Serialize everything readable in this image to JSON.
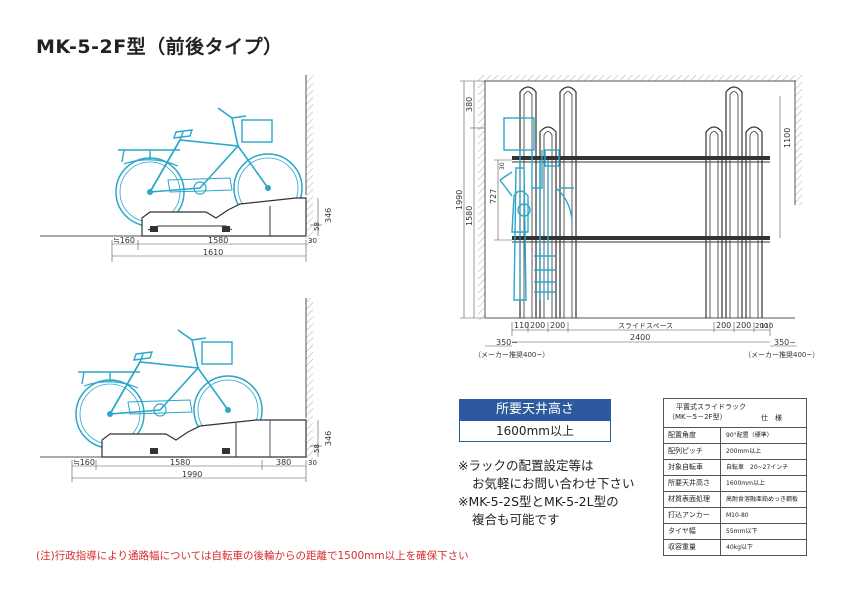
{
  "title": "MK-5-2F型（前後タイプ）",
  "top_side": {
    "dims": {
      "base": "1580",
      "total": "1610",
      "left": "≒160",
      "right": "30",
      "height": "346",
      "small": "58"
    }
  },
  "bottom_side": {
    "dims": {
      "base": "1580",
      "slide": "380",
      "total": "1990",
      "left": "≒160",
      "right": "30",
      "height": "346",
      "small": "58"
    }
  },
  "front_view": {
    "heights": {
      "h1990": "1990",
      "h1580": "1580",
      "h380": "380",
      "h727": "727",
      "h30": "30",
      "h1100": "1100"
    },
    "bottom_dims": {
      "d110": "110",
      "d200a": "200",
      "d200b": "200",
      "slide": "スライドスペース",
      "d200c": "200",
      "d200d": "200",
      "d200e": "200",
      "d110b": "110"
    },
    "width": "2400",
    "left_clear": "350~",
    "right_clear": "350~",
    "left_note": "（メーカー推奨400~）",
    "right_note": "（メーカー推奨400~）"
  },
  "ceiling": {
    "header": "所要天井高さ",
    "value": "1600mm以上"
  },
  "notes": {
    "line1": "※ラックの配置設定等は",
    "line2": "お気軽にお問い合わせ下さい",
    "line3": "※MK-5-2S型とMK-5-2L型の",
    "line4": "複合も可能です"
  },
  "spec": {
    "caption1": "平置式スライドラック",
    "caption2": "（MK－5－2F型）",
    "caption3": "仕　様",
    "rows": [
      {
        "k": "配置角度",
        "v": "90°配置（標準）"
      },
      {
        "k": "配列ピッチ",
        "v": "200mm以上"
      },
      {
        "k": "対象自転車",
        "v": "自転車　20~27インチ"
      },
      {
        "k": "所要天井高さ",
        "v": "1600mm以上"
      },
      {
        "k": "材質表面処理",
        "v": "高耐食溶融亜鉛めっき鋼板"
      },
      {
        "k": "打込アンカー",
        "v": "M10-80"
      },
      {
        "k": "タイヤ幅",
        "v": "55mm以下"
      },
      {
        "k": "収容重量",
        "v": "40kg以下"
      }
    ]
  },
  "footnote": "(注)行政指導により通路幅については自転車の後輪からの距離で1500mm以上を確保下さい",
  "colors": {
    "bike": "#2aa7c9",
    "accent": "#2d5a9e",
    "warning": "#d62c2c"
  }
}
